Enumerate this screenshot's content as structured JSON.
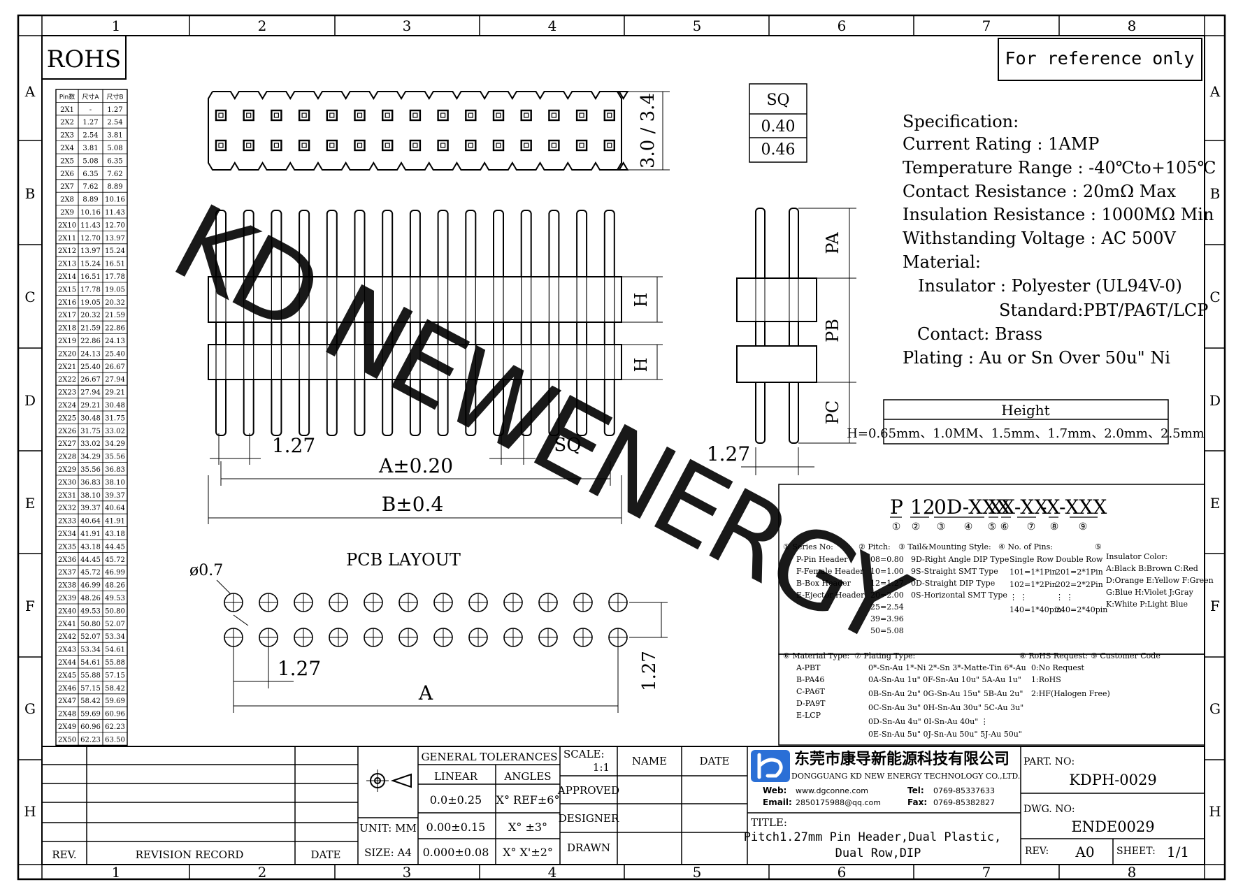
{
  "frame": {
    "col_labels": [
      "1",
      "2",
      "3",
      "4",
      "5",
      "6",
      "7",
      "8"
    ],
    "row_labels": [
      "A",
      "B",
      "C",
      "D",
      "E",
      "F",
      "G",
      "H"
    ]
  },
  "rohs_label": "ROHS",
  "reference_note": "For reference only",
  "watermark": "KD NEWENERGY",
  "pin_table": {
    "headers": [
      "Pin数",
      "尺寸A",
      "尺寸B"
    ],
    "rows": [
      [
        "2X1",
        "-",
        "1.27"
      ],
      [
        "2X2",
        "1.27",
        "2.54"
      ],
      [
        "2X3",
        "2.54",
        "3.81"
      ],
      [
        "2X4",
        "3.81",
        "5.08"
      ],
      [
        "2X5",
        "5.08",
        "6.35"
      ],
      [
        "2X6",
        "6.35",
        "7.62"
      ],
      [
        "2X7",
        "7.62",
        "8.89"
      ],
      [
        "2X8",
        "8.89",
        "10.16"
      ],
      [
        "2X9",
        "10.16",
        "11.43"
      ],
      [
        "2X10",
        "11.43",
        "12.70"
      ],
      [
        "2X11",
        "12.70",
        "13.97"
      ],
      [
        "2X12",
        "13.97",
        "15.24"
      ],
      [
        "2X13",
        "15.24",
        "16.51"
      ],
      [
        "2X14",
        "16.51",
        "17.78"
      ],
      [
        "2X15",
        "17.78",
        "19.05"
      ],
      [
        "2X16",
        "19.05",
        "20.32"
      ],
      [
        "2X17",
        "20.32",
        "21.59"
      ],
      [
        "2X18",
        "21.59",
        "22.86"
      ],
      [
        "2X19",
        "22.86",
        "24.13"
      ],
      [
        "2X20",
        "24.13",
        "25.40"
      ],
      [
        "2X21",
        "25.40",
        "26.67"
      ],
      [
        "2X22",
        "26.67",
        "27.94"
      ],
      [
        "2X23",
        "27.94",
        "29.21"
      ],
      [
        "2X24",
        "29.21",
        "30.48"
      ],
      [
        "2X25",
        "30.48",
        "31.75"
      ],
      [
        "2X26",
        "31.75",
        "33.02"
      ],
      [
        "2X27",
        "33.02",
        "34.29"
      ],
      [
        "2X28",
        "34.29",
        "35.56"
      ],
      [
        "2X29",
        "35.56",
        "36.83"
      ],
      [
        "2X30",
        "36.83",
        "38.10"
      ],
      [
        "2X31",
        "38.10",
        "39.37"
      ],
      [
        "2X32",
        "39.37",
        "40.64"
      ],
      [
        "2X33",
        "40.64",
        "41.91"
      ],
      [
        "2X34",
        "41.91",
        "43.18"
      ],
      [
        "2X35",
        "43.18",
        "44.45"
      ],
      [
        "2X36",
        "44.45",
        "45.72"
      ],
      [
        "2X37",
        "45.72",
        "46.99"
      ],
      [
        "2X38",
        "46.99",
        "48.26"
      ],
      [
        "2X39",
        "48.26",
        "49.53"
      ],
      [
        "2X40",
        "49.53",
        "50.80"
      ],
      [
        "2X41",
        "50.80",
        "52.07"
      ],
      [
        "2X42",
        "52.07",
        "53.34"
      ],
      [
        "2X43",
        "53.34",
        "54.61"
      ],
      [
        "2X44",
        "54.61",
        "55.88"
      ],
      [
        "2X45",
        "55.88",
        "57.15"
      ],
      [
        "2X46",
        "57.15",
        "58.42"
      ],
      [
        "2X47",
        "58.42",
        "59.69"
      ],
      [
        "2X48",
        "59.69",
        "60.96"
      ],
      [
        "2X49",
        "60.96",
        "62.23"
      ],
      [
        "2X50",
        "62.23",
        "63.50"
      ]
    ]
  },
  "sq_table": {
    "header": "SQ",
    "values": [
      "0.40",
      "0.46"
    ]
  },
  "dims": {
    "top_height": "3.0 / 3.4",
    "pitch": "1.27",
    "sq": "SQ",
    "a": "A±0.20",
    "b": "B±0.4",
    "h": "H",
    "pa": "PA",
    "pb": "PB",
    "pc": "PC",
    "side_pitch": "1.27"
  },
  "pcb": {
    "title": "PCB LAYOUT",
    "hole": "ø0.7",
    "pitch_x": "1.27",
    "pitch_y": "1.27",
    "a": "A"
  },
  "spec": {
    "lines": [
      "Specification:",
      "Current Rating : 1AMP",
      "Temperature Range : -40℃to+105℃",
      "Contact Resistance : 20mΩ Max",
      "Insulation Resistance : 1000MΩ Min",
      "Withstanding Voltage : AC 500V",
      "Material:",
      "Insulator : Polyester (UL94V-0)",
      "Standard:PBT/PA6T/LCP",
      "Contact: Brass",
      "Plating : Au or Sn Over 50u\" Ni"
    ]
  },
  "height": {
    "header": "Height",
    "value": "H=0.65mm、1.0MM、1.5mm、1.7mm、2.0mm、2.5mm"
  },
  "part_code": {
    "segments": [
      "P",
      "12",
      "0D-XXX",
      "X",
      "X-XX",
      "-X",
      "-XXX"
    ],
    "marks": [
      "①",
      "②",
      "③",
      "④",
      "⑤",
      "⑥",
      "⑦",
      "⑧",
      "⑨"
    ]
  },
  "legend1": {
    "series": {
      "title": "① Series No:",
      "items": [
        "P-Pin Header",
        "F-Female Header",
        "B-Box Header",
        "E-Ejector Header"
      ]
    },
    "pitch": {
      "title": "② Pitch:",
      "items": [
        "08=0.80",
        "10=1.00",
        "12=1.27",
        "20=2.00",
        "25=2.54",
        "39=3.96",
        "50=5.08"
      ]
    },
    "tail": {
      "title": "③ Tail&Mounting Style:",
      "items": [
        "9D-Right Angle DIP Type",
        "9S-Straight SMT Type",
        "0D-Straight DIP Type",
        "0S-Horizontal SMT Type"
      ]
    },
    "pins": {
      "title": "④ No. of Pins:",
      "single": "Single Row",
      "double": "Double Row",
      "rows": [
        [
          "101=1*1Pin",
          "201=2*1Pin"
        ],
        [
          "102=1*2Pin",
          "202=2*2Pin"
        ],
        [
          "⋮   ⋮",
          "⋮   ⋮"
        ],
        [
          "140=1*40pin",
          "240=2*40pin"
        ]
      ]
    },
    "color": {
      "title": "⑤",
      "subtitle": "Insulator Color:",
      "items": [
        "A:Black  B:Brown  C:Red",
        "D:Orange  E:Yellow  F:Green",
        "G:Blue   H:Violet  J:Gray",
        "K:White  P:Light Blue"
      ]
    }
  },
  "legend2": {
    "material": {
      "title": "⑥ Material Type:",
      "items": [
        "A-PBT",
        "B-PA46",
        "C-PA6T",
        "D-PA9T",
        "E-LCP"
      ]
    },
    "plating": {
      "title": "⑦ Plating Type:",
      "items": [
        "0*-Sn-Au 1*-Ni 2*-Sn 3*-Matte-Tin 6*-Au",
        "0A-Sn-Au 1u\" 0F-Sn-Au 10u\"  5A-Au 1u\"",
        "0B-Sn-Au 2u\" 0G-Sn-Au 15u\"  5B-Au 2u\"",
        "0C-Sn-Au 3u\" 0H-Sn-Au 30u\"  5C-Au 3u\"",
        "0D-Sn-Au 4u\" 0I-Sn-Au 40u\"    ⋮",
        "0E-Sn-Au 5u\" 0J-Sn-Au 50u\"  5J-Au 50u\""
      ]
    },
    "rohs": {
      "title": "⑧ RoHS Request:",
      "items": [
        "0:No Request",
        "1:RoHS",
        "2:HF(Halogen Free)"
      ]
    },
    "customer": {
      "title": "⑨ Customer Code"
    }
  },
  "title_block": {
    "rev": "REV.",
    "revision_record": "REVISION RECORD",
    "date": "DATE",
    "general_tolerances": "GENERAL TOLERANCES",
    "linear": "LINEAR",
    "angles": "ANGLES",
    "lin1": "0.0±0.25",
    "lin2": "0.00±0.15",
    "lin3": "0.000±0.08",
    "ang1": "X° REF±6°",
    "ang2": "X° ±3°",
    "ang3": "X° X'±2°",
    "unit": "UNIT: MM",
    "size": "SIZE: A4",
    "scale": "SCALE:",
    "scale_val": "1:1",
    "name": "NAME",
    "date2": "DATE",
    "approved": "APPROVED",
    "designer": "DESIGNER",
    "drawn": "DRAWN",
    "company_cn": "东莞市康导新能源科技有限公司",
    "company_en": "DONGGUANG KD NEW ENERGY TECHNOLOGY CO.,LTD.",
    "web_label": "Web:",
    "web": "www.dgconne.com",
    "tel_label": "Tel:",
    "tel": "0769-85337633",
    "email_label": "Email:",
    "email": "2850175988@qq.com",
    "fax_label": "Fax:",
    "fax": "0769-85382827",
    "title_label": "TITLE:",
    "title_line1": "Pitch1.27mm Pin Header,Dual Plastic,",
    "title_line2": "Dual Row,DIP",
    "part_no_label": "PART. NO:",
    "part_no": "KDPH-0029",
    "dwg_no_label": "DWG. NO:",
    "dwg_no": "ENDE0029",
    "rev_label": "REV:",
    "rev_val": "A0",
    "sheet_label": "SHEET:",
    "sheet_val": "1/1"
  },
  "colors": {
    "watermark": "#21e6f2",
    "line": "#000000",
    "logo": "#2a6fd6"
  }
}
